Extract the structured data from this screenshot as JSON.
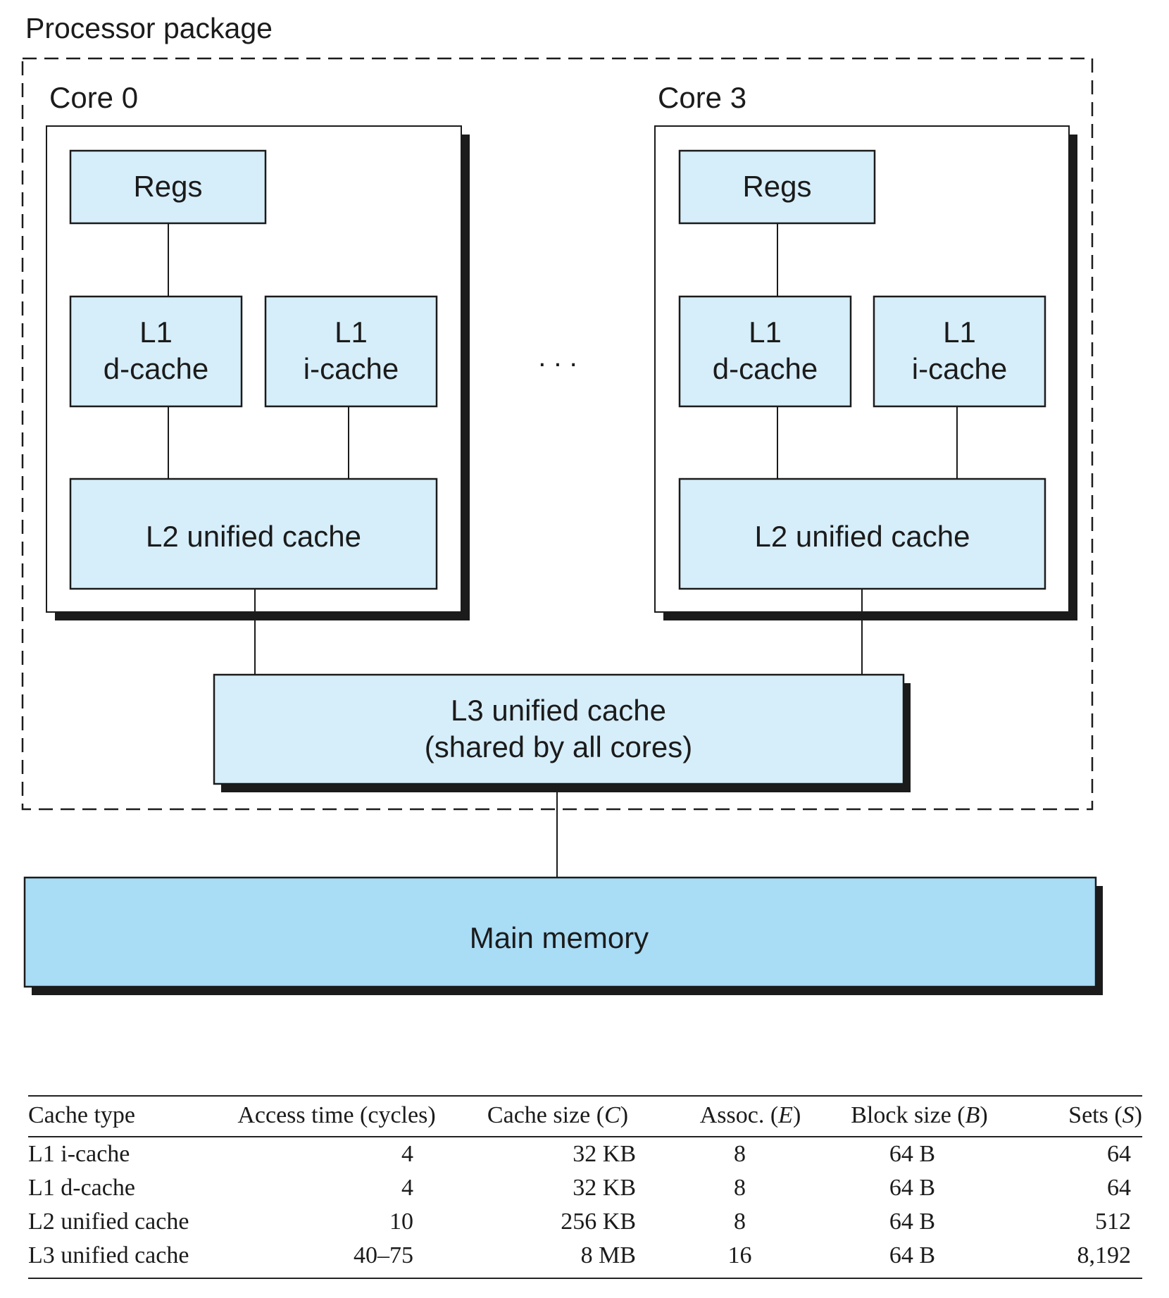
{
  "diagram": {
    "package_label": "Processor package",
    "core_left": {
      "label": "Core 0",
      "regs": "Regs",
      "l1d_line1": "L1",
      "l1d_line2": "d-cache",
      "l1i_line1": "L1",
      "l1i_line2": "i-cache",
      "l2": "L2 unified cache"
    },
    "core_right": {
      "label": "Core 3",
      "regs": "Regs",
      "l1d_line1": "L1",
      "l1d_line2": "d-cache",
      "l1i_line1": "L1",
      "l1i_line2": "i-cache",
      "l2": "L2 unified cache"
    },
    "ellipsis": ". . .",
    "l3_line1": "L3 unified cache",
    "l3_line2": "(shared by all cores)",
    "main_memory": "Main memory",
    "colors": {
      "cache_fill": "#d6eefa",
      "memory_fill": "#a9dcf5",
      "stroke": "#1b1b1b",
      "shadow": "#1b1b1b"
    }
  },
  "table": {
    "headers": [
      {
        "text": "Cache type",
        "symbol": ""
      },
      {
        "text": "Access time (cycles)",
        "symbol": ""
      },
      {
        "text": "Cache size (",
        "symbol": "C"
      },
      {
        "text": "Assoc. (",
        "symbol": "E"
      },
      {
        "text": "Block size (",
        "symbol": "B"
      },
      {
        "text": "Sets (",
        "symbol": "S"
      }
    ],
    "rows": [
      [
        "L1 i-cache",
        "4",
        "32 KB",
        "8",
        "64 B",
        "64"
      ],
      [
        "L1 d-cache",
        "4",
        "32 KB",
        "8",
        "64 B",
        "64"
      ],
      [
        "L2 unified cache",
        "10",
        "256 KB",
        "8",
        "64 B",
        "512"
      ],
      [
        "L3 unified cache",
        "40–75",
        "8 MB",
        "16",
        "64 B",
        "8,192"
      ]
    ]
  }
}
